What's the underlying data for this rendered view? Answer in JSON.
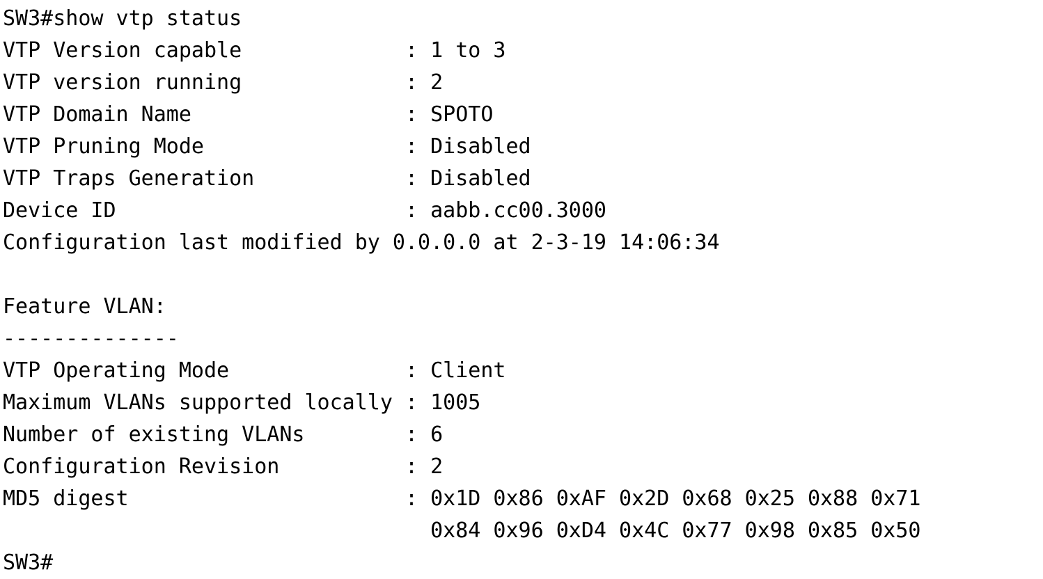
{
  "terminal": {
    "prompt": "SW3#",
    "command": "show vtp status",
    "label_width": 32,
    "colors": {
      "background": "#ffffff",
      "foreground": "#000000"
    },
    "lines": [
      "SW3#show vtp status",
      "VTP Version capable             : 1 to 3",
      "VTP version running             : 2",
      "VTP Domain Name                 : SPOTO",
      "VTP Pruning Mode                : Disabled",
      "VTP Traps Generation            : Disabled",
      "Device ID                       : aabb.cc00.3000",
      "Configuration last modified by 0.0.0.0 at 2-3-19 14:06:34",
      "",
      "Feature VLAN:",
      "--------------",
      "VTP Operating Mode              : Client",
      "Maximum VLANs supported locally : 1005",
      "Number of existing VLANs        : 6",
      "Configuration Revision          : 2",
      "MD5 digest                      : 0x1D 0x86 0xAF 0x2D 0x68 0x25 0x88 0x71",
      "                                  0x84 0x96 0xD4 0x4C 0x77 0x98 0x85 0x50",
      "SW3#"
    ],
    "fields": {
      "vtp_version_capable": {
        "label": "VTP Version capable",
        "value": "1 to 3"
      },
      "vtp_version_running": {
        "label": "VTP version running",
        "value": "2"
      },
      "vtp_domain_name": {
        "label": "VTP Domain Name",
        "value": "SPOTO"
      },
      "vtp_pruning_mode": {
        "label": "VTP Pruning Mode",
        "value": "Disabled"
      },
      "vtp_traps_generation": {
        "label": "VTP Traps Generation",
        "value": "Disabled"
      },
      "device_id": {
        "label": "Device ID",
        "value": "aabb.cc00.3000"
      },
      "config_last_modified": {
        "text": "Configuration last modified by 0.0.0.0 at 2-3-19 14:06:34",
        "by": "0.0.0.0",
        "date": "2-3-19",
        "time": "14:06:34"
      },
      "feature_header": "Feature VLAN:",
      "feature_separator": "--------------",
      "vtp_operating_mode": {
        "label": "VTP Operating Mode",
        "value": "Client"
      },
      "max_vlans_supported": {
        "label": "Maximum VLANs supported locally",
        "value": "1005"
      },
      "existing_vlans": {
        "label": "Number of existing VLANs",
        "value": "6"
      },
      "config_revision": {
        "label": "Configuration Revision",
        "value": "2"
      },
      "md5_digest": {
        "label": "MD5 digest",
        "row1": "0x1D 0x86 0xAF 0x2D 0x68 0x25 0x88 0x71",
        "row2": "0x84 0x96 0xD4 0x4C 0x77 0x98 0x85 0x50",
        "bytes": [
          "0x1D",
          "0x86",
          "0xAF",
          "0x2D",
          "0x68",
          "0x25",
          "0x88",
          "0x71",
          "0x84",
          "0x96",
          "0xD4",
          "0x4C",
          "0x77",
          "0x98",
          "0x85",
          "0x50"
        ]
      },
      "trailing_prompt": "SW3#"
    }
  }
}
